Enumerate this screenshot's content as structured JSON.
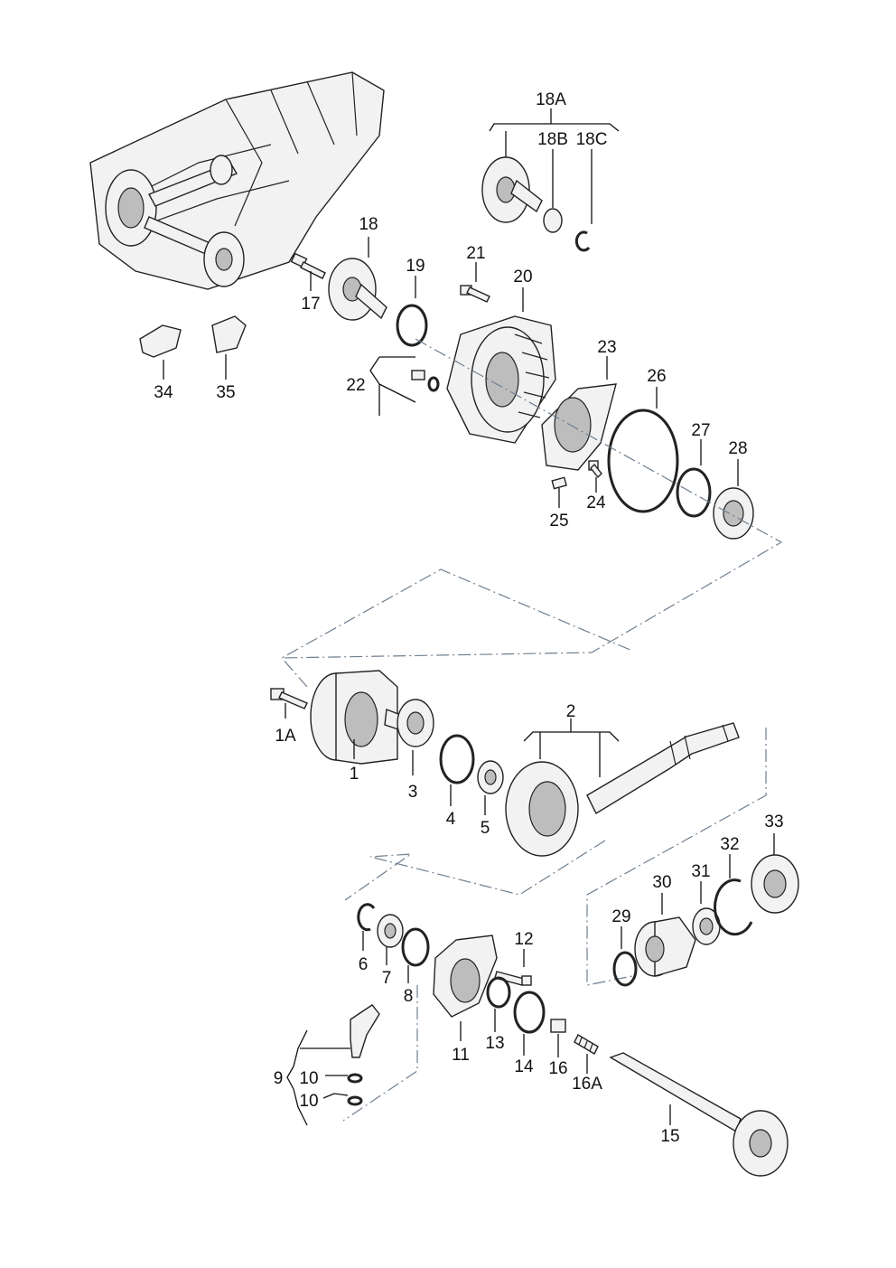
{
  "labels": {
    "p1": "1",
    "p1A": "1A",
    "p2": "2",
    "p3": "3",
    "p4": "4",
    "p5": "5",
    "p6": "6",
    "p7": "7",
    "p8": "8",
    "p9": "9",
    "p10a": "10",
    "p10b": "10",
    "p11": "11",
    "p12": "12",
    "p13": "13",
    "p14": "14",
    "p15": "15",
    "p16": "16",
    "p16A": "16A",
    "p17": "17",
    "p18": "18",
    "p18A": "18A",
    "p18B": "18B",
    "p18C": "18C",
    "p19": "19",
    "p20": "20",
    "p21": "21",
    "p22": "22",
    "p23": "23",
    "p24": "24",
    "p25": "25",
    "p26": "26",
    "p27": "27",
    "p28": "28",
    "p29": "29",
    "p30": "30",
    "p31": "31",
    "p32": "32",
    "p33": "33",
    "p34": "34",
    "p35": "35"
  }
}
